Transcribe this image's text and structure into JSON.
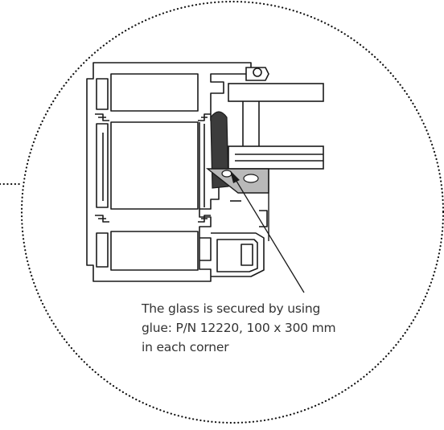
{
  "annotation": {
    "lines": [
      "The glass is secured by using",
      "glue: P/N 12220, 100 x 300 mm",
      "in each corner"
    ]
  },
  "colors": {
    "outline": "#1a1a1a",
    "glue_bead": "#3c3c3c",
    "bracket": "#b9b9b9",
    "background": "#ffffff"
  }
}
